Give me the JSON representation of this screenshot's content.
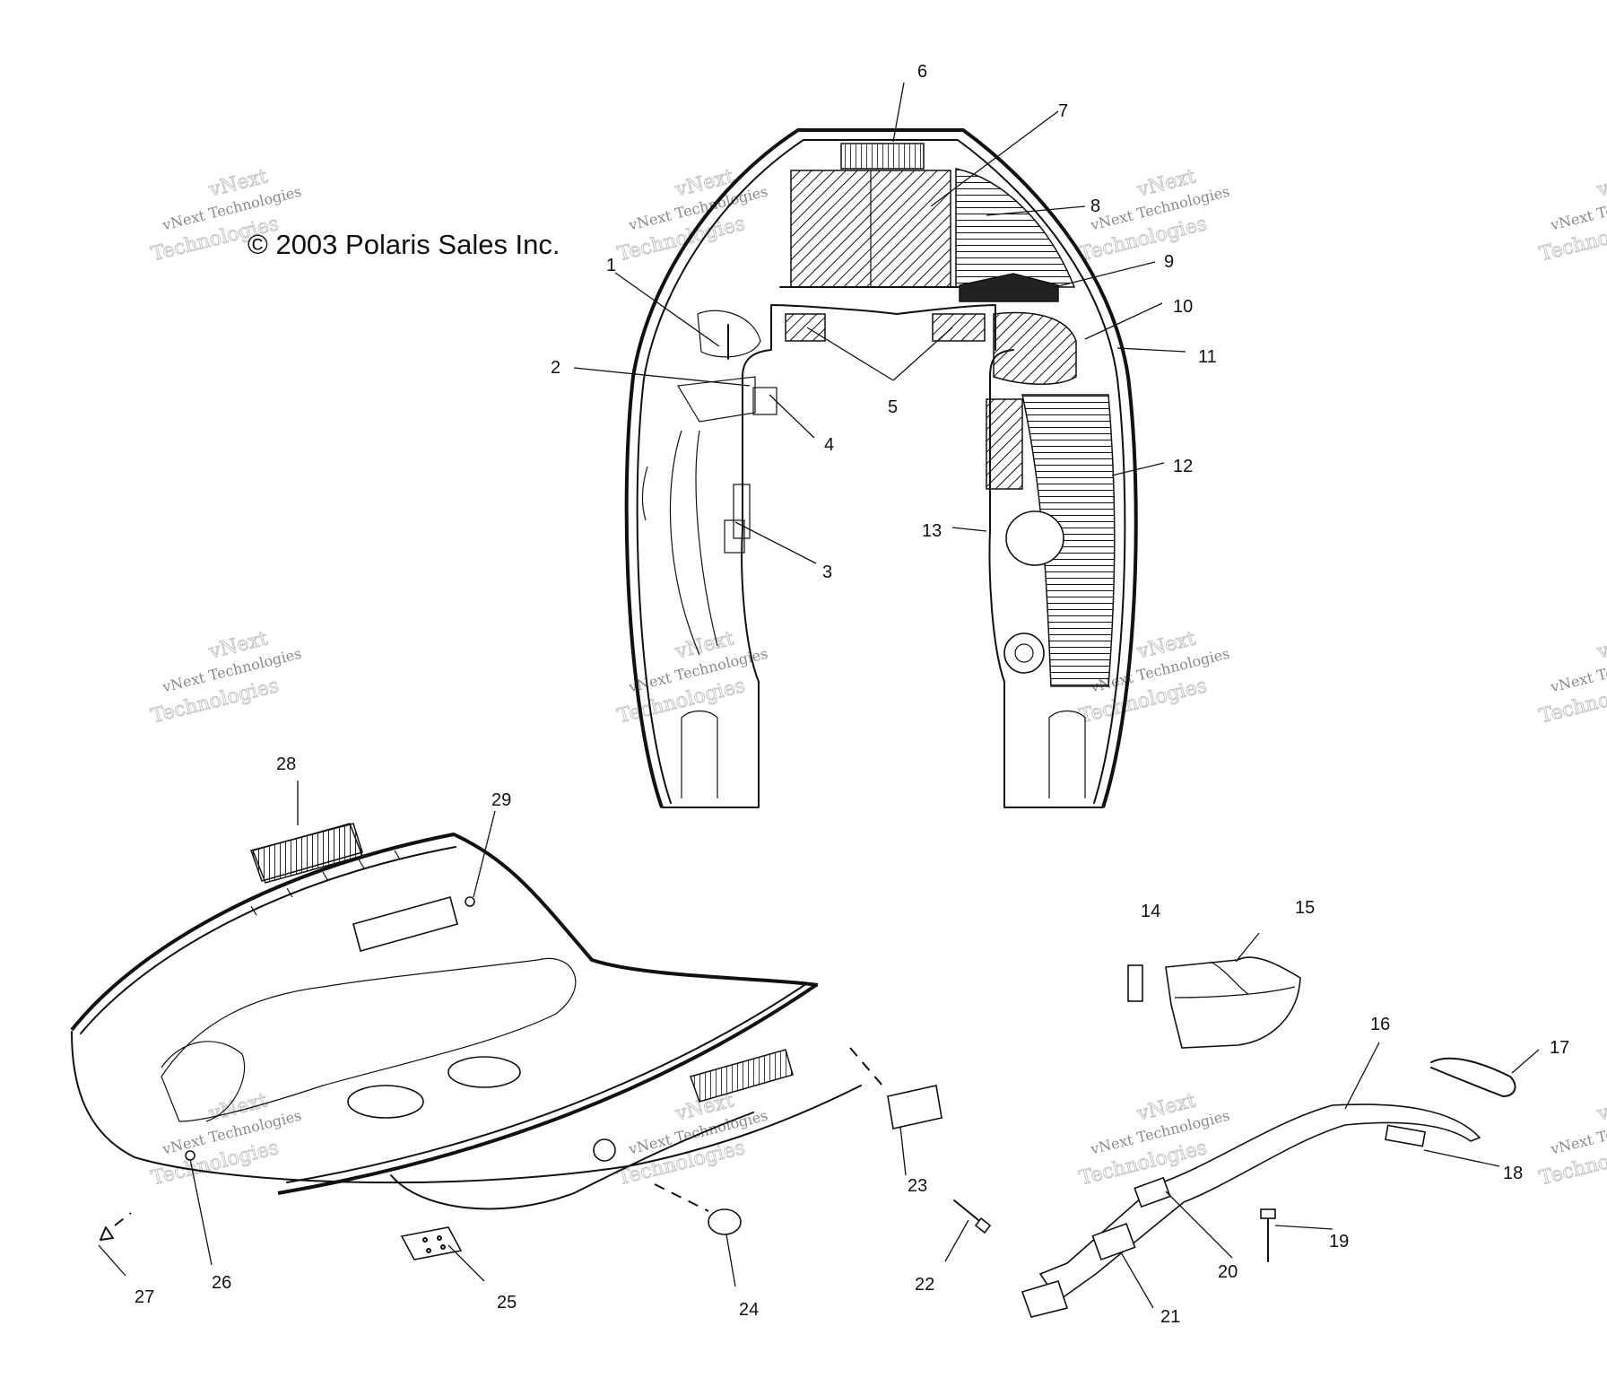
{
  "copyright": "© 2003 Polaris Sales Inc.",
  "watermark": {
    "line1": "vNext Technologies",
    "line2": "Technologies",
    "line3": "vNext"
  },
  "callouts": [
    "1",
    "2",
    "3",
    "4",
    "5",
    "6",
    "7",
    "8",
    "9",
    "10",
    "11",
    "12",
    "13",
    "14",
    "15",
    "16",
    "17",
    "18",
    "19",
    "20",
    "21",
    "22",
    "23",
    "24",
    "25",
    "26",
    "27",
    "28",
    "29"
  ]
}
